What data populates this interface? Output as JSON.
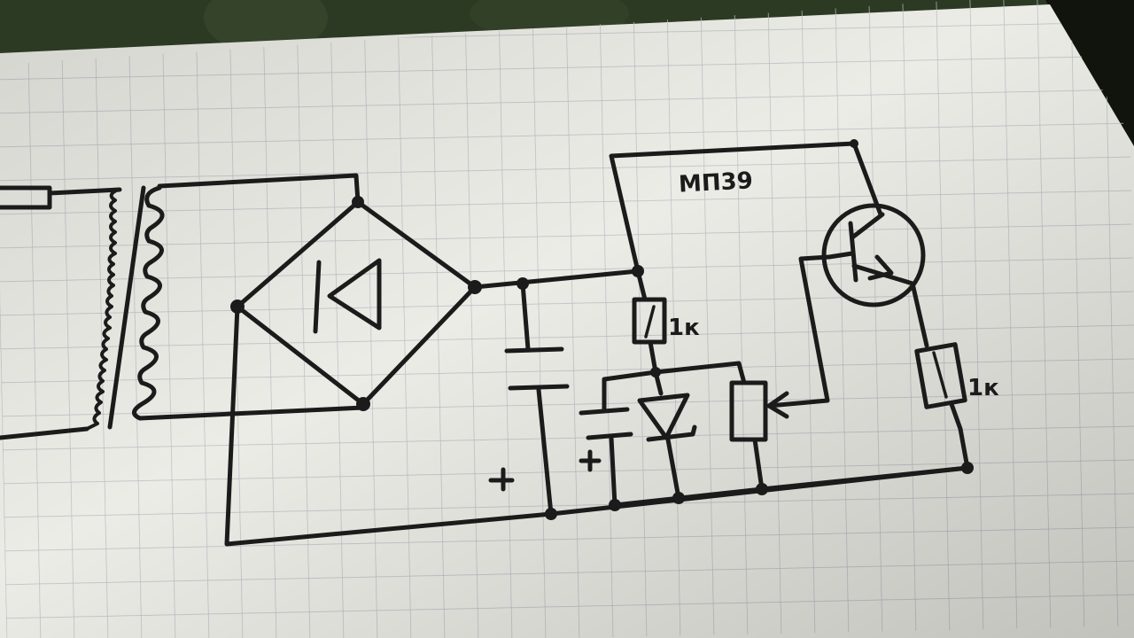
{
  "diagram": {
    "labels": {
      "transistor": "МП39",
      "resistor_top": "1к",
      "resistor_right": "1к",
      "plus_main_cap": "+",
      "plus_small_cap": "+"
    }
  },
  "colors": {
    "ink": "#1b1b1b",
    "paper": "#ecece6",
    "grid": "#b9bec4",
    "background": "#2c3a24"
  }
}
